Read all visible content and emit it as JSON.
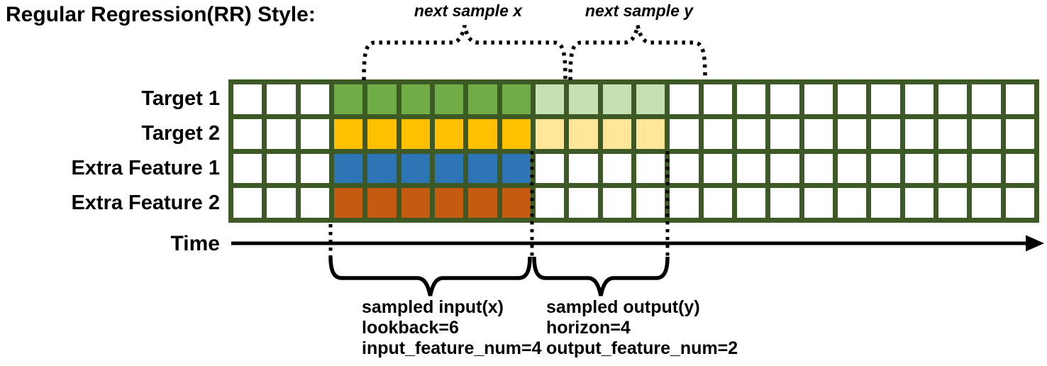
{
  "title": "Regular Regression(RR) Style:",
  "diagram": {
    "time_label": "Time",
    "next_sample_x_label": "next sample x",
    "next_sample_y_label": "next sample y",
    "input_annotation_lines": [
      "sampled input(x)",
      "lookback=6",
      "input_feature_num=4"
    ],
    "output_annotation_lines": [
      "sampled output(y)",
      "horizon=4",
      "output_feature_num=2"
    ]
  },
  "grid": {
    "total_columns": 24,
    "lead_columns": 3,
    "input_columns": 6,
    "output_columns": 4,
    "border_color": "#3D5A26",
    "empty_cell_color": "#FFFFFF",
    "rows": [
      {
        "label": "Target 1",
        "input_color": "#70AD47",
        "output_color": "#C6E0B4"
      },
      {
        "label": "Target 2",
        "input_color": "#FFC000",
        "output_color": "#FFE699"
      },
      {
        "label": "Extra Feature 1",
        "input_color": "#2E75B6",
        "output_color": "#FFFFFF"
      },
      {
        "label": "Extra Feature 2",
        "input_color": "#C55A11",
        "output_color": "#FFFFFF"
      }
    ]
  },
  "colors": {
    "line": "#000000",
    "text": "#000000"
  }
}
